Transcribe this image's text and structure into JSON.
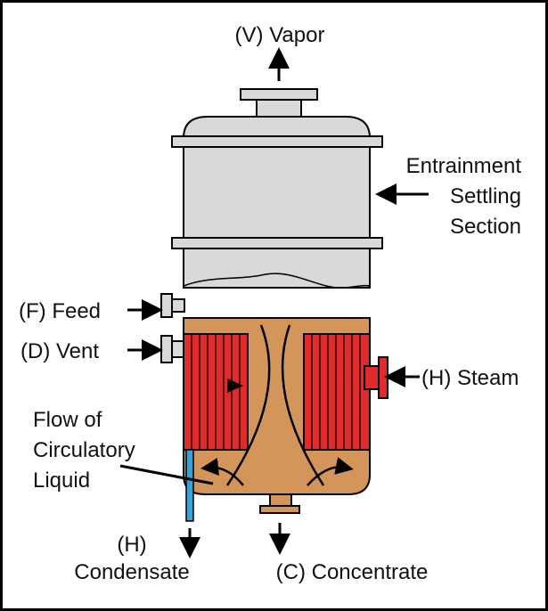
{
  "labels": {
    "vapor": "(V) Vapor",
    "entrainment_line1": "Entrainment",
    "entrainment_line2": "Settling",
    "entrainment_line3": "Section",
    "feed": "(F) Feed",
    "vent": "(D) Vent",
    "steam": "(H) Steam",
    "flow_line1": "Flow of",
    "flow_line2": "Circulatory",
    "flow_line3": "Liquid",
    "condensate_line1": "(H)",
    "condensate_line2": "Condensate",
    "concentrate": "(C) Concentrate"
  },
  "colors": {
    "shell": "#d9d9d9",
    "liquid": "#d4955a",
    "tube_bundle": "#e02b2b",
    "steam_inlet": "#e02b2b",
    "condensate_pipe": "#3aa0d8",
    "outline": "#000000"
  }
}
